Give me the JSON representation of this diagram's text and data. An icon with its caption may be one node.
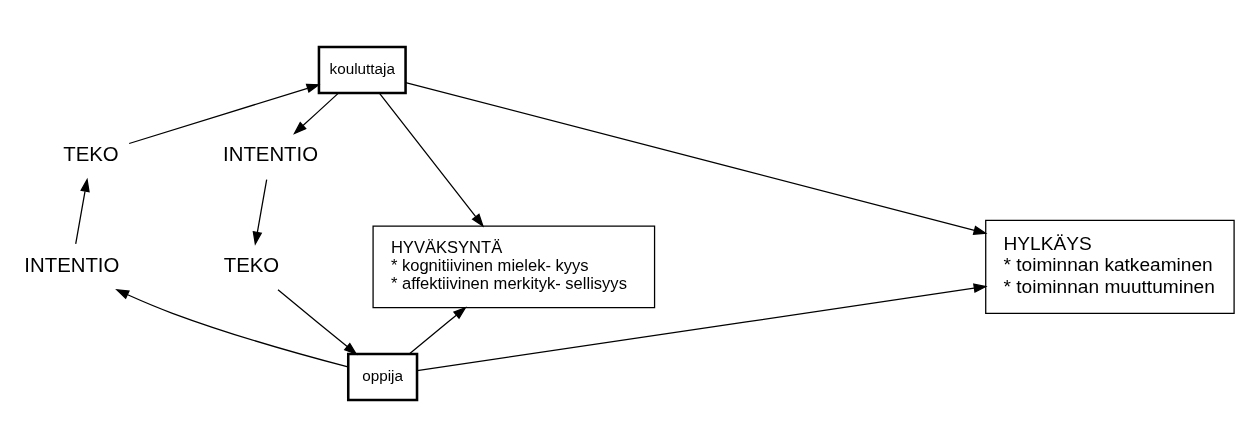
{
  "diagram": {
    "nodes": [
      {
        "text": [
          "kouluttaja"
        ]
      },
      {
        "text": [
          "TEKO"
        ]
      },
      {
        "text": [
          "INTENTIO"
        ]
      },
      {
        "text": [
          "HYVÄKSYNTÄ",
          "* kognitiivinen mielek- kyys",
          "* affektiivinen merkityk- sellisyys"
        ]
      },
      {
        "text": [
          "INTENTIO"
        ]
      },
      {
        "text": [
          "TEKO"
        ]
      },
      {
        "text": [
          "HYLKÄYS",
          "* toiminnan katkeaminen",
          "* toiminnan muuttuminen"
        ]
      },
      {
        "text": [
          "oppija"
        ]
      }
    ],
    "edges": [
      {
        "from": 0,
        "to": 3,
        "arrow": "to"
      },
      {
        "from": 0,
        "to": 6,
        "arrow": "to"
      },
      {
        "from": 1,
        "to": 0,
        "arrow": "to"
      },
      {
        "from": 0,
        "to": 2,
        "arrow": "to"
      },
      {
        "from": 2,
        "to": 5,
        "arrow": "to"
      },
      {
        "from": 5,
        "to": 7,
        "arrow": "to"
      },
      {
        "from": 7,
        "to": 4,
        "arrow": "to"
      },
      {
        "from": 4,
        "to": 1,
        "arrow": "to"
      },
      {
        "from": 7,
        "to": 3,
        "arrow": "to"
      },
      {
        "from": 7,
        "to": 6,
        "arrow": "to"
      }
    ]
  }
}
